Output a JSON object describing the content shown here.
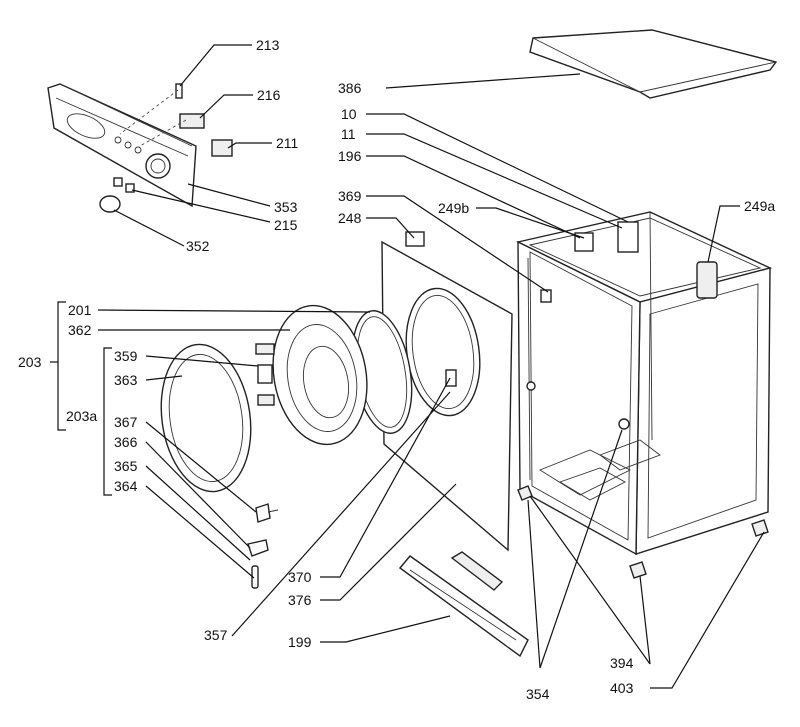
{
  "diagram": {
    "labels": {
      "l213": "213",
      "l216": "216",
      "l211": "211",
      "l353": "353",
      "l215": "215",
      "l352": "352",
      "l386": "386",
      "l10": "10",
      "l11": "11",
      "l196": "196",
      "l369": "369",
      "l248": "248",
      "l249b": "249b",
      "l249a": "249a",
      "l201": "201",
      "l362": "362",
      "l203": "203",
      "l359": "359",
      "l363": "363",
      "l203a": "203a",
      "l367": "367",
      "l366": "366",
      "l365": "365",
      "l364": "364",
      "l370": "370",
      "l376": "376",
      "l357": "357",
      "l199": "199",
      "l394": "394",
      "l403": "403",
      "l354": "354"
    }
  }
}
